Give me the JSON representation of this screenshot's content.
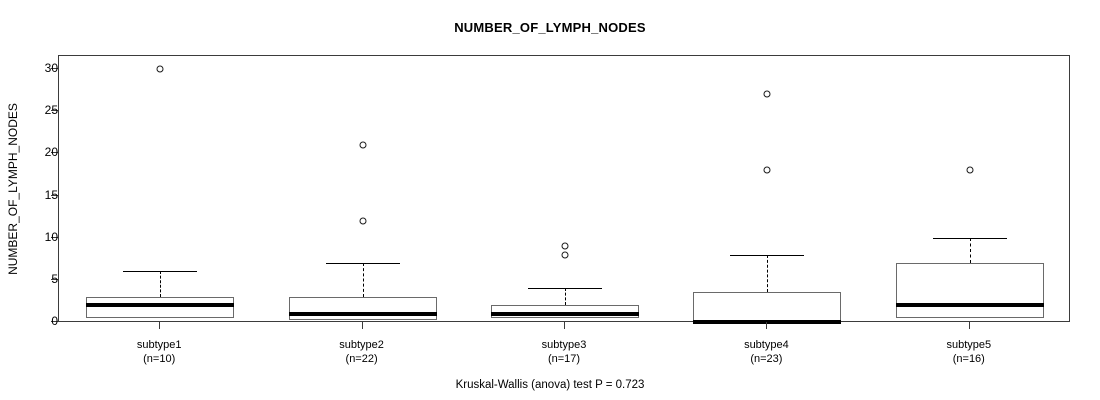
{
  "chart_data": {
    "type": "box",
    "title": "NUMBER_OF_LYMPH_NODES",
    "xlabel": "",
    "ylabel": "NUMBER_OF_LYMPH_NODES",
    "ylim": [
      -0.4,
      31.2
    ],
    "yticks": [
      0,
      5,
      10,
      15,
      20,
      25,
      30
    ],
    "ytick_labels": [
      "0",
      "5",
      "10",
      "15",
      "20",
      "25",
      "30"
    ],
    "grid": false,
    "legend": null,
    "annotation": "Kruskal-Wallis (anova) test P = 0.723",
    "categories": [
      "subtype1",
      "subtype2",
      "subtype3",
      "subtype4",
      "subtype5"
    ],
    "counts": [
      10,
      22,
      17,
      23,
      16
    ],
    "category_labels": [
      {
        "name": "subtype1",
        "n_label": "(n=10)"
      },
      {
        "name": "subtype2",
        "n_label": "(n=22)"
      },
      {
        "name": "subtype3",
        "n_label": "(n=17)"
      },
      {
        "name": "subtype4",
        "n_label": "(n=23)"
      },
      {
        "name": "subtype5",
        "n_label": "(n=16)"
      }
    ],
    "boxes": [
      {
        "category": "subtype1",
        "whisker_low": 0,
        "q1": 0.5,
        "median": 2,
        "q3": 3,
        "whisker_high": 6,
        "outliers": [
          30
        ]
      },
      {
        "category": "subtype2",
        "whisker_low": 0,
        "q1": 0.25,
        "median": 1,
        "q3": 3,
        "whisker_high": 7,
        "outliers": [
          21,
          12
        ]
      },
      {
        "category": "subtype3",
        "whisker_low": 0,
        "q1": 0.5,
        "median": 1,
        "q3": 2,
        "whisker_high": 4,
        "outliers": [
          9,
          8
        ]
      },
      {
        "category": "subtype4",
        "whisker_low": 0,
        "q1": 0,
        "median": 0,
        "q3": 3.5,
        "whisker_high": 8,
        "outliers": [
          27,
          18
        ]
      },
      {
        "category": "subtype5",
        "whisker_low": 0,
        "q1": 0.5,
        "median": 2,
        "q3": 7,
        "whisker_high": 10,
        "outliers": [
          18
        ]
      }
    ],
    "colors": {
      "box_border": "#6a6a6a",
      "median": "#000000",
      "whisker": "#000000",
      "outlier": "#1a1a1a",
      "frame": "#3b3b3b",
      "background": "#ffffff"
    }
  }
}
